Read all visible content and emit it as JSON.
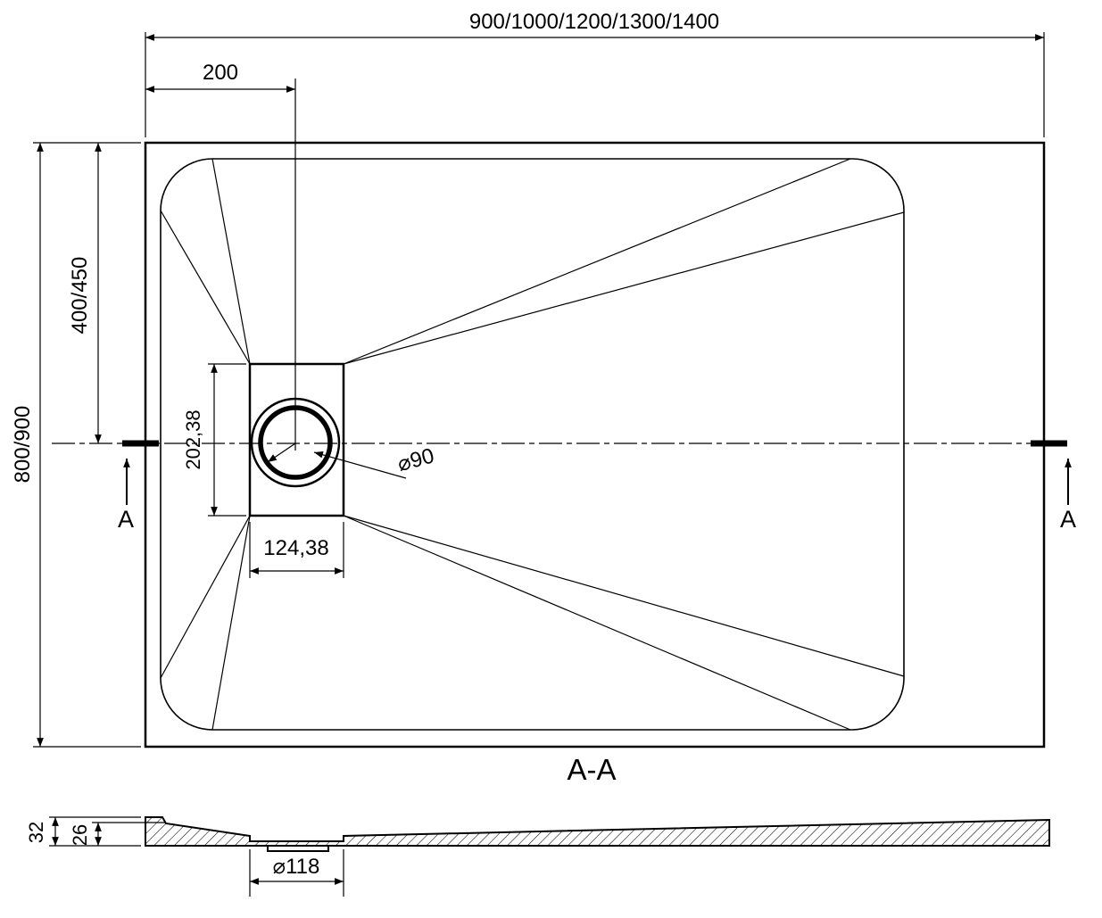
{
  "colors": {
    "line": "#000000",
    "background": "#ffffff"
  },
  "top_view": {
    "overall_width": "900/1000/1200/1300/1400",
    "drain_offset": "200",
    "overall_depth": "800/900",
    "drain_center_depth": "400/450",
    "drain_box_height": "202,38",
    "drain_box_width": "124,38",
    "drain_diameter": "⌀90",
    "section_marker_left": "A",
    "section_marker_right": "A"
  },
  "section_view": {
    "title": "A-A",
    "total_height": "32",
    "edge_height": "26",
    "drain_recess_diameter": "⌀118"
  }
}
